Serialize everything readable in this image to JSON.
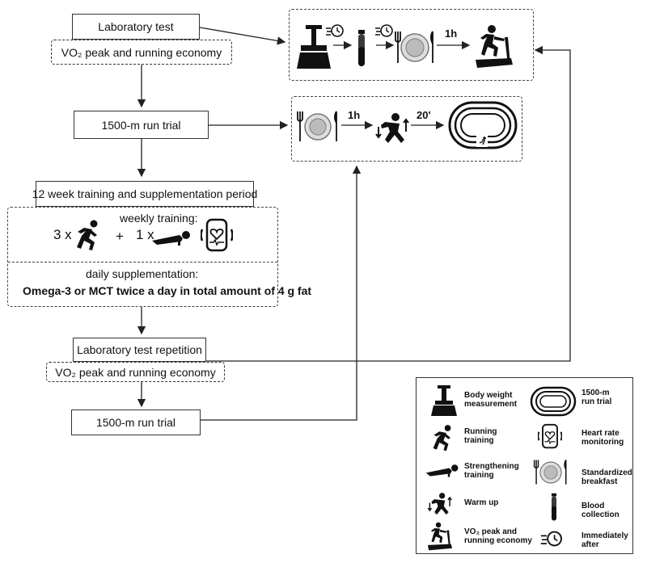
{
  "flow": {
    "lab_test": "Laboratory test",
    "vo2_line": "VO₂ peak and running economy",
    "run_trial": "1500-m run trial",
    "training_period": "12 week training and supplementation period",
    "weekly_training": "weekly training:",
    "run_times": "3 x",
    "plus": "+",
    "strength_times": "1 x",
    "daily_supp": "daily supplementation:",
    "supp_detail": "Omega-3 or MCT twice a day in total amount of 4 g fat",
    "lab_test_rep": "Laboratory test repetition",
    "vo2_line_2": "VO₂ peak and running economy",
    "run_trial_2": "1500-m run trial"
  },
  "protocol": {
    "lab_delay": "1h",
    "trial_delay": "1h",
    "trial_warmup": "20'"
  },
  "legend": {
    "body_weight": "Body weight\nmeasurement",
    "run_trial": "1500-m\nrun trial",
    "running": "Running\ntraining",
    "heart_rate": "Heart rate\nmonitoring",
    "strengthening": "Strengthening\ntraining",
    "breakfast": "Standardized\nbreakfast",
    "warm_up": "Warm up",
    "blood": "Blood\ncollection",
    "vo2": "VO₂ peak and\nrunning economy",
    "immediately": "Immediately\nafter"
  }
}
